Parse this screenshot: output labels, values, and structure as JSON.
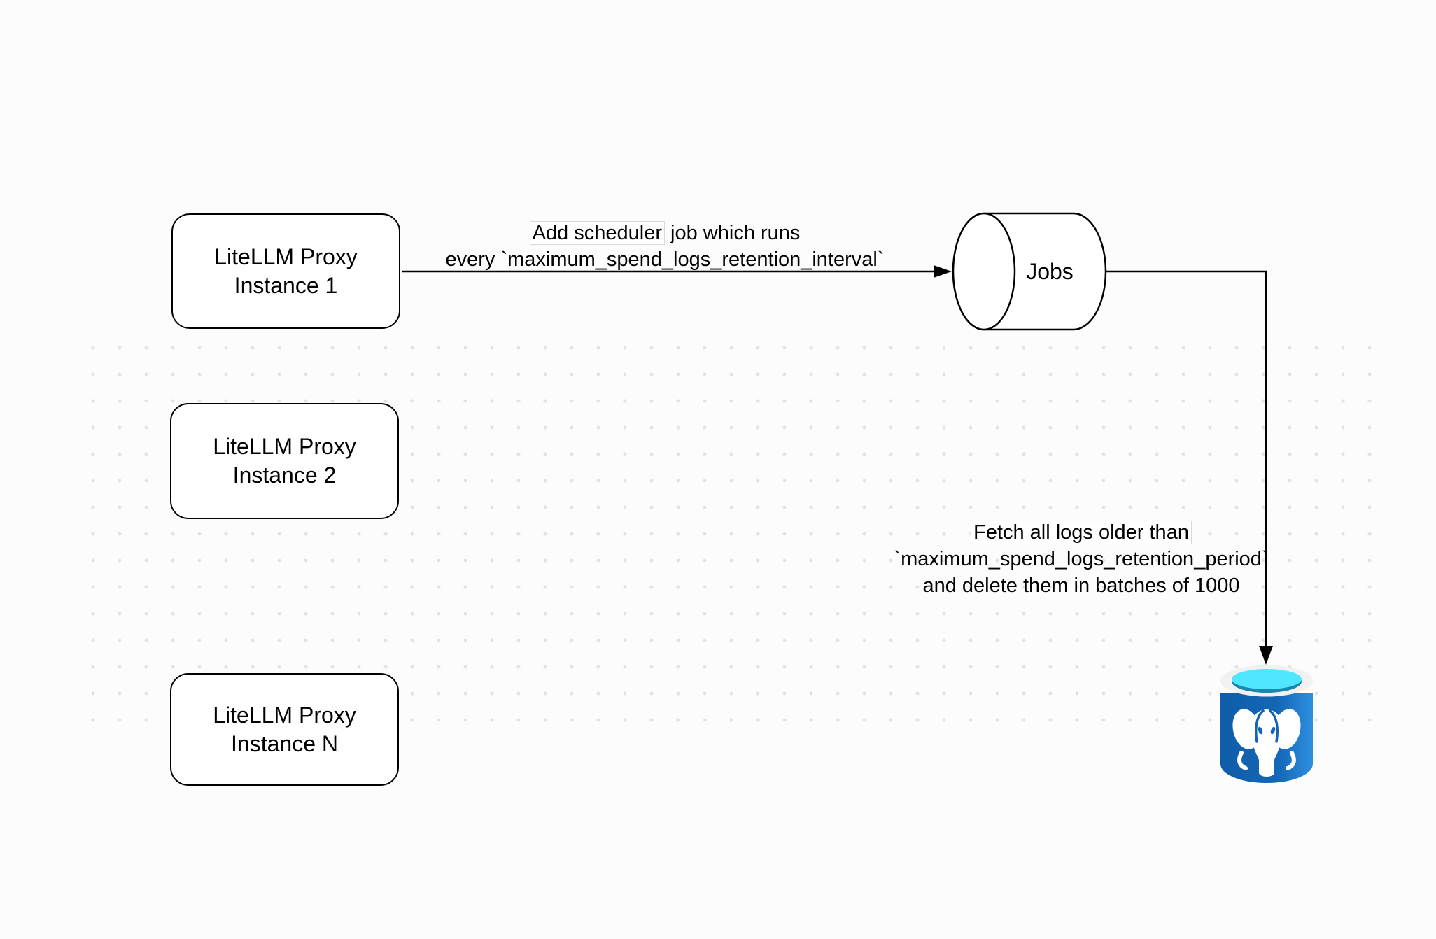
{
  "diagram": {
    "nodes": {
      "proxy1": {
        "line1": "LiteLLM Proxy",
        "line2": "Instance 1"
      },
      "proxy2": {
        "line1": "LiteLLM Proxy",
        "line2": "Instance 2"
      },
      "proxyN": {
        "line1": "LiteLLM Proxy",
        "line2": "Instance N"
      },
      "jobs": {
        "label": "Jobs"
      },
      "postgres": {
        "icon": "postgresql-database-icon"
      }
    },
    "edges": {
      "add_job": {
        "line1_boxed": "Add scheduler",
        "line1_rest": " job which runs",
        "line2": "every `maximum_spend_logs_retention_interval`"
      },
      "cleanup": {
        "line1": "Fetch all logs older than",
        "line2": "`maximum_spend_logs_retention_period`",
        "line3": "and delete them in batches of 1000"
      }
    },
    "colors": {
      "shape_stroke": "#000000",
      "shape_fill": "#ffffff",
      "grid_dot": "#e3e3e3",
      "postgres_body": "#1365b4",
      "postgres_body_light": "#2e8fe0",
      "postgres_body_dark": "#0f5da9",
      "postgres_rim": "#f1f1f1",
      "postgres_water_top": "#50e6ff",
      "postgres_water_deep": "#1987ae",
      "postgres_elephant": "#ffffff"
    }
  }
}
